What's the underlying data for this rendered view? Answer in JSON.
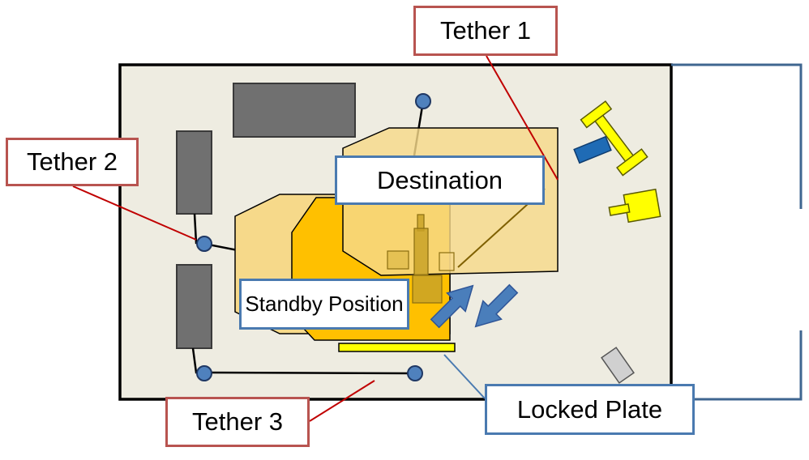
{
  "labels": {
    "tether_1": "Tether 1",
    "tether_2": "Tether 2",
    "tether_3": "Tether 3",
    "destination": "Destination",
    "standby_position": "Standby Position",
    "locked_plate": "Locked Plate"
  },
  "colors": {
    "room_floor": "#eeece1",
    "room_wall": "#000000",
    "adjacent_wall": "#3f6690",
    "equipment_gray": "#707070",
    "destination_fill": "#f6d98a",
    "standby_fill": "#ffc000",
    "plate_fill": "#ffff00",
    "anchor_blue": "#4f81bd",
    "arrow_blue": "#4a7ebb",
    "tether_callout_border": "#b85450",
    "position_callout_border": "#4a7ab0",
    "leader_red": "#c00000",
    "leader_blue": "#4a7ab0"
  }
}
